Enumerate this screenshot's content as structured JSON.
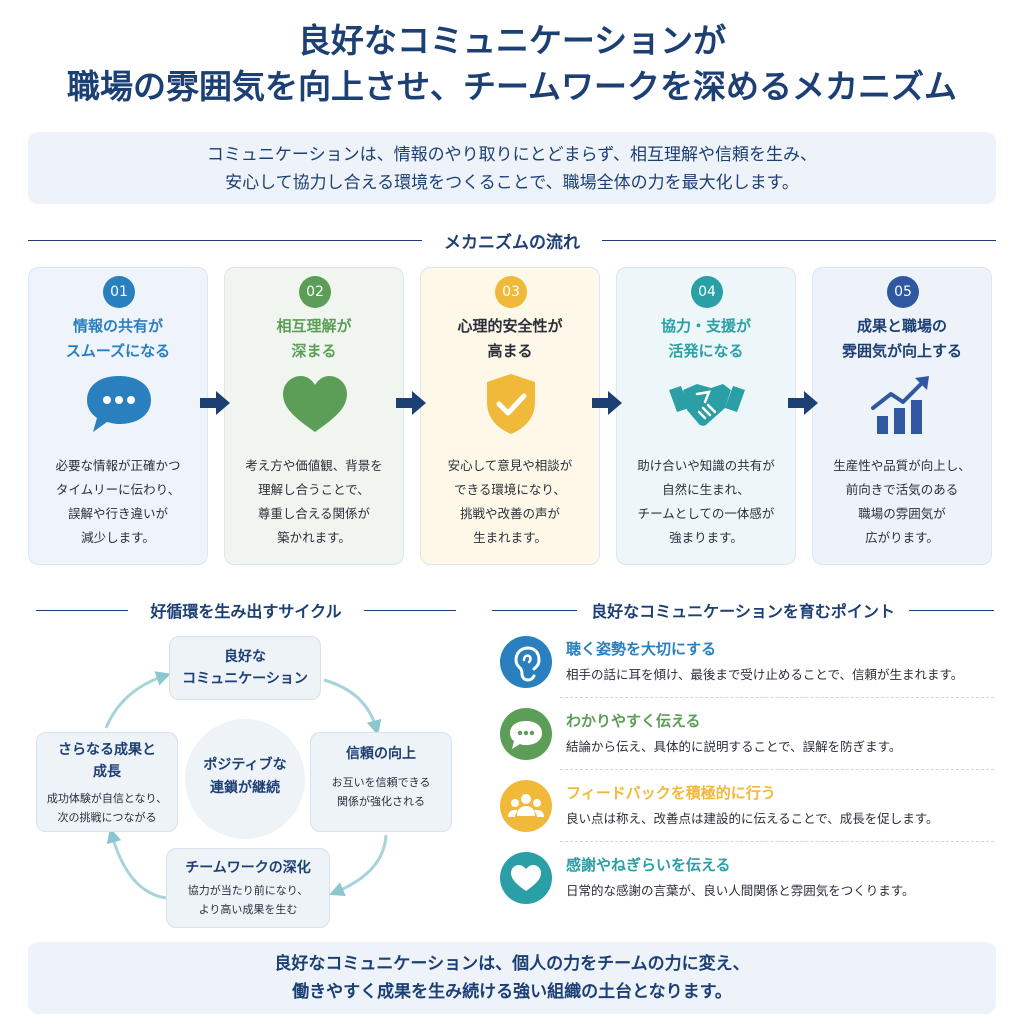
{
  "title": {
    "line1": "良好なコミュニケーションが",
    "line2": "職場の雰囲気を向上させ、チームワークを深めるメカニズム"
  },
  "intro": {
    "line1": "コミュニケーションは、情報のやり取りにとどまらず、相互理解や信頼を生み、",
    "line2": "安心して協力し合える環境をつくることで、職場全体の力を最大化します。"
  },
  "flow_heading": "メカニズムの流れ",
  "steps": [
    {
      "num": "01",
      "title1": "情報の共有が",
      "title2": "スムーズになる",
      "icon": "chat-bubble-icon",
      "desc": [
        "必要な情報が正確かつ",
        "タイムリーに伝わり、",
        "誤解や行き違いが",
        "減少します。"
      ],
      "color": "#2a7fbf",
      "bg": "#eef4fa"
    },
    {
      "num": "02",
      "title1": "相互理解が",
      "title2": "深まる",
      "icon": "heart-icon",
      "desc": [
        "考え方や価値観、背景を",
        "理解し合うことで、",
        "尊重し合える関係が",
        "築かれます。"
      ],
      "color": "#5c9e57",
      "bg": "#f0f6ef"
    },
    {
      "num": "03",
      "title1": "心理的安全性が",
      "title2": "高まる",
      "icon": "shield-check-icon",
      "desc": [
        "安心して意見や相談が",
        "できる環境になり、",
        "挑戦や改善の声が",
        "生まれます。"
      ],
      "color": "#f0b93a",
      "bg": "#fdf8e8"
    },
    {
      "num": "04",
      "title1": "協力・支援が",
      "title2": "活発になる",
      "icon": "handshake-icon",
      "desc": [
        "助け合いや知識の共有が",
        "自然に生まれ、",
        "チームとしての一体感が",
        "強まります。"
      ],
      "color": "#2a9fa6",
      "bg": "#edf6f8"
    },
    {
      "num": "05",
      "title1": "成果と職場の",
      "title2": "雰囲気が向上する",
      "icon": "growth-chart-icon",
      "desc": [
        "生産性や品質が向上し、",
        "前向きで活気のある",
        "職場の雰囲気が",
        "広がります。"
      ],
      "color": "#2f58a0",
      "bg": "#eef2f9"
    }
  ],
  "cycle": {
    "heading": "好循環を生み出すサイクル",
    "center1": "ポジティブな",
    "center2": "連鎖が継続",
    "top": {
      "title1": "良好な",
      "title2": "コミュニケーション"
    },
    "right": {
      "title": "信頼の向上",
      "desc1": "お互いを信頼できる",
      "desc2": "関係が強化される"
    },
    "bottom": {
      "title": "チームワークの深化",
      "desc1": "協力が当たり前になり、",
      "desc2": "より高い成果を生む"
    },
    "left": {
      "title1": "さらなる成果と",
      "title2": "成長",
      "desc1": "成功体験が自信となり、",
      "desc2": "次の挑戦につながる"
    }
  },
  "points": {
    "heading": "良好なコミュニケーションを育むポイント",
    "items": [
      {
        "title": "聴く姿勢を大切にする",
        "desc": "相手の話に耳を傾け、最後まで受け止めることで、信頼が生まれます。",
        "icon": "ear-icon",
        "color": "#2a7fbf"
      },
      {
        "title": "わかりやすく伝える",
        "desc": "結論から伝え、具体的に説明することで、誤解を防ぎます。",
        "icon": "chat-bubble-icon",
        "color": "#5c9e57"
      },
      {
        "title": "フィードバックを積極的に行う",
        "desc": "良い点は称え、改善点は建設的に伝えることで、成長を促します。",
        "icon": "people-icon",
        "color": "#f0b93a"
      },
      {
        "title": "感謝やねぎらいを伝える",
        "desc": "日常的な感謝の言葉が、良い人間関係と雰囲気をつくります。",
        "icon": "heart-icon",
        "color": "#2a9fa6"
      }
    ]
  },
  "footer": {
    "line1": "良好なコミュニケーションは、個人の力をチームの力に変え、",
    "line2": "働きやすく成果を生み続ける強い組織の土台となります。"
  }
}
